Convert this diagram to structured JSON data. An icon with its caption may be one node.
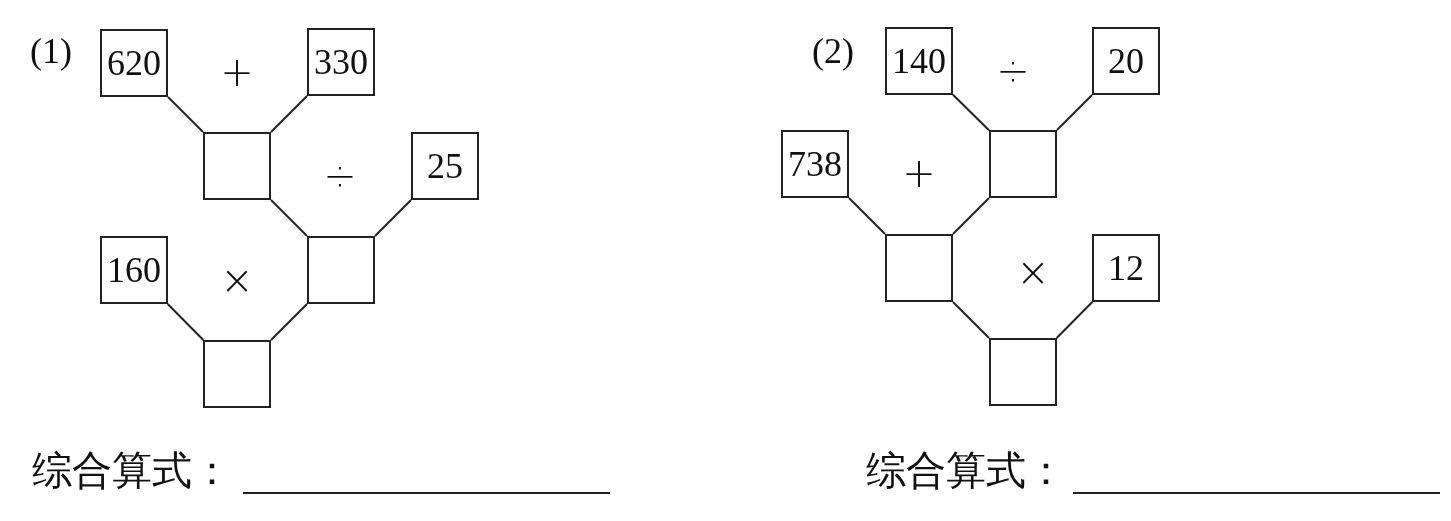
{
  "diagram": {
    "nodes": [
      {
        "text": [
          "620"
        ]
      },
      {
        "text": [
          "330"
        ]
      },
      {
        "text": [],
        "shape": "box"
      },
      {
        "text": [
          "25"
        ]
      },
      {
        "text": [
          "160"
        ]
      },
      {
        "text": [],
        "shape": "box"
      },
      {
        "text": [],
        "shape": "box"
      },
      {
        "text": [
          "140"
        ]
      },
      {
        "text": [
          "20"
        ]
      },
      {
        "text": [
          "738"
        ]
      },
      {
        "text": [],
        "shape": "box"
      },
      {
        "text": [],
        "shape": "box"
      },
      {
        "text": [
          "12"
        ]
      },
      {
        "text": [],
        "shape": "box"
      }
    ],
    "edges": [
      {
        "from": 0,
        "to": 2,
        "arrow": "none"
      },
      {
        "from": 1,
        "to": 2,
        "arrow": "none"
      },
      {
        "from": 2,
        "to": 5,
        "arrow": "none"
      },
      {
        "from": 3,
        "to": 5,
        "arrow": "none"
      },
      {
        "from": 4,
        "to": 6,
        "arrow": "none"
      },
      {
        "from": 5,
        "to": 6,
        "arrow": "none"
      },
      {
        "from": 7,
        "to": 10,
        "arrow": "none"
      },
      {
        "from": 8,
        "to": 10,
        "arrow": "none"
      },
      {
        "from": 9,
        "to": 11,
        "arrow": "none"
      },
      {
        "from": 10,
        "to": 11,
        "arrow": "none"
      },
      {
        "from": 11,
        "to": 13,
        "arrow": "none"
      },
      {
        "from": 12,
        "to": 13,
        "arrow": "none"
      }
    ],
    "labels": [
      "(1)",
      "+",
      "÷",
      "×",
      "综合算式：",
      "(2)",
      "÷",
      "+",
      "×",
      "综合算式："
    ]
  }
}
